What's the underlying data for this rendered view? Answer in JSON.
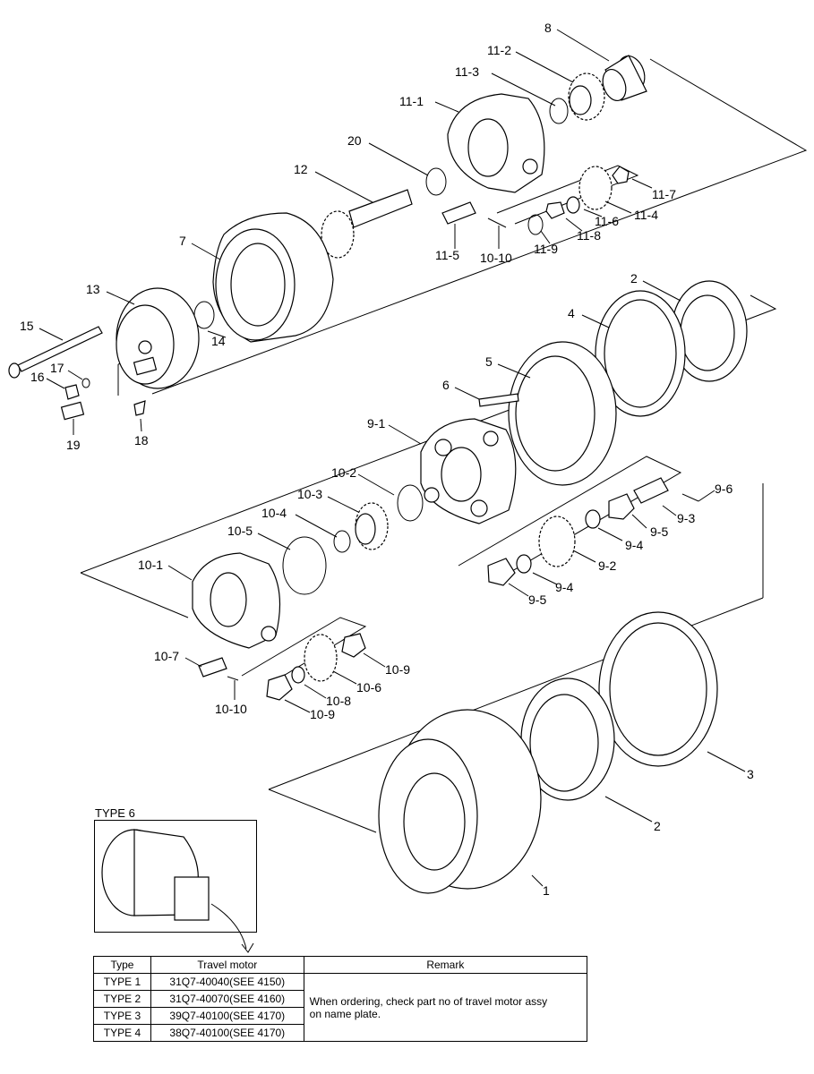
{
  "parts": {
    "p8": "8",
    "p11_2": "11-2",
    "p11_3": "11-3",
    "p11_1": "11-1",
    "p20": "20",
    "p12": "12",
    "p11_7": "11-7",
    "p11_6": "11-6",
    "p11_4": "11-4",
    "p11_8": "11-8",
    "p11_9": "11-9",
    "p11_5": "11-5",
    "p10_10a": "10-10",
    "p7": "7",
    "p13": "13",
    "p14": "14",
    "p15": "15",
    "p17": "17",
    "p16": "16",
    "p19": "19",
    "p18": "18",
    "p2a": "2",
    "p4": "4",
    "p5": "5",
    "p6": "6",
    "p9_1": "9-1",
    "p10_2": "10-2",
    "p10_3": "10-3",
    "p10_4": "10-4",
    "p10_5": "10-5",
    "p9_6": "9-6",
    "p9_3": "9-3",
    "p9_5a": "9-5",
    "p9_4a": "9-4",
    "p9_2": "9-2",
    "p9_4b": "9-4",
    "p9_5b": "9-5",
    "p10_1": "10-1",
    "p10_7": "10-7",
    "p10_9a": "10-9",
    "p10_6": "10-6",
    "p10_8": "10-8",
    "p10_9b": "10-9",
    "p10_10b": "10-10",
    "p3": "3",
    "p2b": "2",
    "p1": "1"
  },
  "inset": {
    "title": "TYPE 6"
  },
  "table": {
    "headers": {
      "type": "Type",
      "motor": "Travel motor",
      "remark": "Remark"
    },
    "rows": [
      {
        "type": "TYPE 1",
        "motor": "31Q7-40040(SEE 4150)"
      },
      {
        "type": "TYPE 2",
        "motor": "31Q7-40070(SEE 4160)"
      },
      {
        "type": "TYPE 3",
        "motor": "39Q7-40100(SEE 4170)"
      },
      {
        "type": "TYPE 4",
        "motor": "38Q7-40100(SEE 4170)"
      }
    ],
    "remark_line1": "When ordering, check part no of travel motor assy",
    "remark_line2": "on name plate."
  }
}
